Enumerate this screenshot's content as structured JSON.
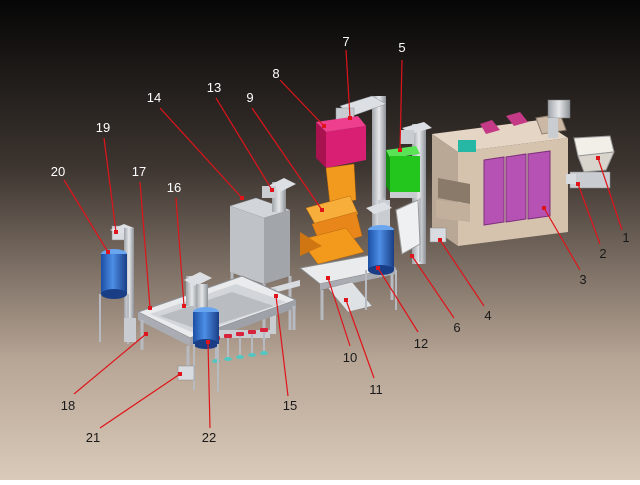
{
  "callouts": [
    {
      "id": "c1",
      "label": "1"
    },
    {
      "id": "c2",
      "label": "2"
    },
    {
      "id": "c3",
      "label": "3"
    },
    {
      "id": "c4",
      "label": "4"
    },
    {
      "id": "c5",
      "label": "5"
    },
    {
      "id": "c6",
      "label": "6"
    },
    {
      "id": "c7",
      "label": "7"
    },
    {
      "id": "c8",
      "label": "8"
    },
    {
      "id": "c9",
      "label": "9"
    },
    {
      "id": "c10",
      "label": "10"
    },
    {
      "id": "c11",
      "label": "11"
    },
    {
      "id": "c12",
      "label": "12"
    },
    {
      "id": "c13",
      "label": "13"
    },
    {
      "id": "c14",
      "label": "14"
    },
    {
      "id": "c15",
      "label": "15"
    },
    {
      "id": "c16",
      "label": "16"
    },
    {
      "id": "c17",
      "label": "17"
    },
    {
      "id": "c18",
      "label": "18"
    },
    {
      "id": "c19",
      "label": "19"
    },
    {
      "id": "c20",
      "label": "20"
    },
    {
      "id": "c21",
      "label": "21"
    },
    {
      "id": "c22",
      "label": "22"
    }
  ],
  "colors": {
    "leader": "#e0141b",
    "label_text": "#ffffff",
    "bg_top": "#070707",
    "bg_bottom": "#d7c7b8",
    "hopper_magenta": "#d81f74",
    "tank_green": "#22c61d",
    "chute_orange": "#f39a1d",
    "cyclone_blue": "#2d6fcf",
    "oven_panel_purple": "#b552b3",
    "machine_body": "#d6c3ae",
    "frame_steel": "#c9ccd1"
  }
}
